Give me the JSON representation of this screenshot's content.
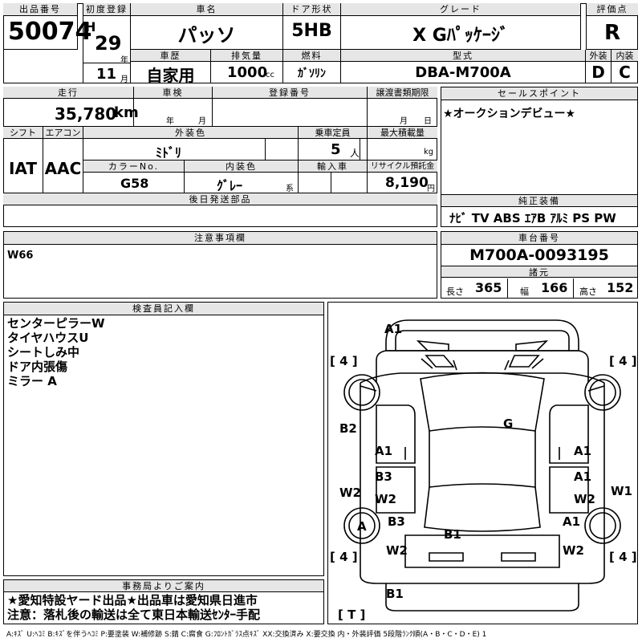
{
  "top": {
    "lot_label": "出品番号",
    "lot_value": "50074",
    "first_reg_label": "初度登録",
    "era": "H",
    "year": "29",
    "year_unit": "年",
    "month": "11",
    "month_unit": "月",
    "car_name_label": "車名",
    "car_name": "パッソ",
    "door_label": "ドア形状",
    "door": "5HB",
    "grade_label": "グレード",
    "grade": "X Gﾊﾟｯｹｰｼﾞ",
    "eval_label": "評価点",
    "eval": "R",
    "history_label": "車歴",
    "history": "自家用",
    "disp_label": "排気量",
    "disp": "1000",
    "disp_unit": "cc",
    "fuel_label": "燃料",
    "fuel": "ｶﾞｿﾘﾝ",
    "model_label": "型式",
    "model": "DBA-M700A",
    "ext_label": "外装",
    "ext": "D",
    "int_label": "内装",
    "int": "C"
  },
  "mid": {
    "mileage_label": "走行",
    "mileage": "35,780",
    "mileage_unit": "km",
    "inspection_label": "車検",
    "insp_year_unit": "年",
    "insp_month_unit": "月",
    "regno_label": "登録番号",
    "transfer_label": "譲渡書類期限",
    "transfer_month_unit": "月",
    "transfer_day_unit": "日",
    "shift_label": "シフト",
    "shift": "IAT",
    "ac_label": "エアコン",
    "ac": "AAC",
    "color_label": "外装色",
    "color": "ﾐﾄﾞﾘ",
    "capacity_label": "乗車定員",
    "capacity": "5",
    "capacity_unit": "人",
    "maxload_label": "最大積載量",
    "maxload_unit": "kg",
    "colorno_label": "カラーNo.",
    "colorno": "G58",
    "intcolor_label": "内装色",
    "intcolor": "ｸﾞﾚｰ",
    "intcolor_unit": "系",
    "import_label": "輸入車",
    "recycle_label": "リサイクル預託金",
    "recycle": "8,190",
    "recycle_unit": "円",
    "later_label": "後日発送部品",
    "sales_label": "セールスポイント",
    "sales": "★オークションデビュー★",
    "equip_label": "純正装備",
    "equip": "ﾅﾋﾞ TV ABS ｴｱB ｱﾙﾐ PS PW"
  },
  "notes": {
    "label": "注意事項欄",
    "text": "W66",
    "chassis_label": "車台番号",
    "chassis": "M700A-0093195",
    "dims_label": "諸元",
    "length_label": "長さ",
    "length": "365",
    "width_label": "幅",
    "width": "166",
    "height_label": "高さ",
    "height": "152"
  },
  "inspector": {
    "label": "検査員記入欄",
    "lines": [
      "センターピラーW",
      "タイヤハウスU",
      "シートしみ中",
      "ドア内張傷",
      "ミラー A"
    ]
  },
  "office": {
    "label": "事務局よりご案内",
    "line1": "★愛知特設ヤード出品★出品車は愛知県日進市",
    "line2": "注意：落札後の輸送は全て東日本輸送ｾﾝﾀｰ手配"
  },
  "diagram": {
    "marks": [
      "A1",
      "G",
      "B2",
      "A1",
      "A1",
      "B3",
      "A1",
      "W2",
      "W2",
      "W2",
      "W1",
      "A",
      "B3",
      "B1",
      "A1",
      "W2",
      "W2",
      "B1"
    ],
    "tire_labels": [
      "[ 4 ]",
      "[ 4 ]",
      "[ 4 ]",
      "[ 4 ]",
      "[ T ]"
    ]
  },
  "legend": "A:ｷｽﾞ U:ﾍｺﾐ B:ｷｽﾞを伴うﾍｺﾐ P:要塗装 W:補修跡 S:錆 C:腐食 G:ﾌﾛﾝﾄｶﾞﾗｽ点ｷｽﾞ XX:交換済み X:要交換 内・外装評価 5段階ﾗﾝｸ順(A・B・C・D・E) 1"
}
